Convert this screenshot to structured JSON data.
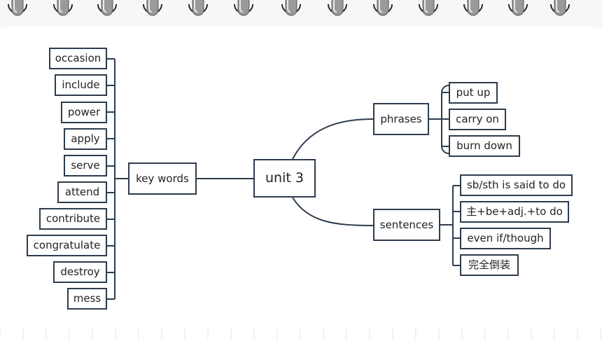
{
  "root": {
    "label": "unit 3"
  },
  "branches": {
    "key_words": {
      "label": "key words",
      "items": [
        "occasion",
        "include",
        "power",
        "apply",
        "serve",
        "attend",
        "contribute",
        "congratulate",
        "destroy",
        "mess"
      ]
    },
    "phrases": {
      "label": "phrases",
      "items": [
        "put up",
        "carry on",
        "burn down"
      ]
    },
    "sentences": {
      "label": "sentences",
      "items": [
        "sb/sth is said to do",
        "主+be+adj.+to do",
        "even if/though",
        "完全倒装"
      ]
    }
  },
  "colors": {
    "line": "#2d3c4e",
    "node_border": "#2d3c4e",
    "grid": "#e3e3e3",
    "ring": "#d0d0d0"
  }
}
